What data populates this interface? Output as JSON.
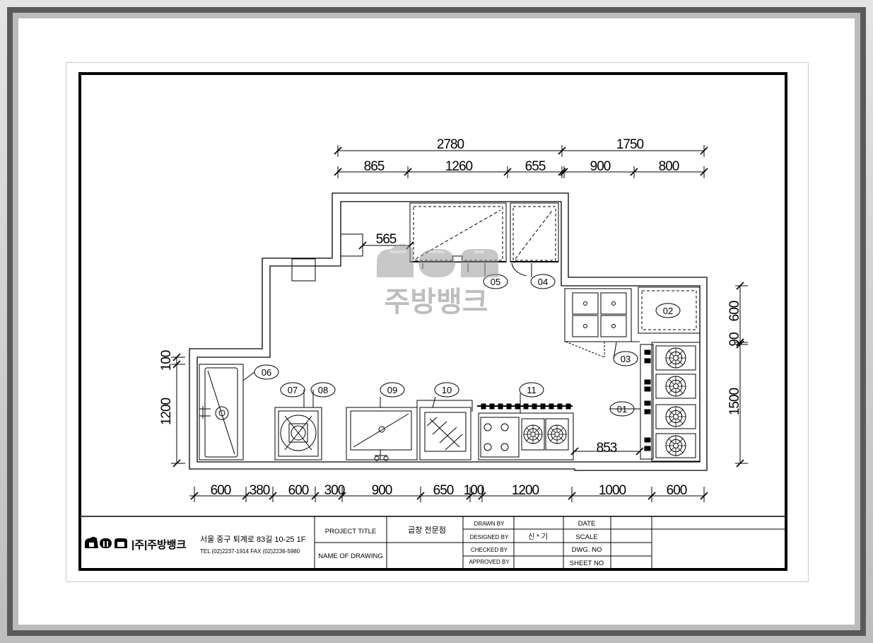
{
  "dimensions": {
    "top_total": [
      "2780",
      "1750"
    ],
    "top_parts": [
      "865",
      "1260",
      "655",
      "900",
      "800"
    ],
    "left": [
      "100",
      "1200"
    ],
    "right": [
      "600",
      "90",
      "1500"
    ],
    "bottom": [
      "600",
      "380",
      "600",
      "300",
      "900",
      "650",
      "100",
      "1200",
      "1000",
      "600"
    ],
    "inner": [
      "565",
      "853"
    ]
  },
  "equipment_tags": [
    "01",
    "02",
    "03",
    "04",
    "05",
    "06",
    "07",
    "08",
    "09",
    "10",
    "11"
  ],
  "watermark": {
    "brand_text": "주방뱅크",
    "logo_words": [
      "DAEWON",
      "JURANG",
      "BANK"
    ]
  },
  "title_block": {
    "company": "|주|주방뱅크",
    "address": "서울 중구 퇴계로 83길 10-25 1F",
    "tel_fax": "TEL (02)2237-1914 FAX (02)2236-5980",
    "project_title_label": "PROJECT TITLE",
    "project_title_value": "곱창 전문점",
    "name_of_drawing_label": "NAME OF DRAWING",
    "drawn_by_label": "DRAWN BY",
    "designed_by_label": "DESIGNED BY",
    "designed_by_value": "신 * 기",
    "checked_by_label": "CHECKED BY",
    "approved_by_label": "APPROVED BY",
    "date_label": "DATE",
    "scale_label": "SCALE",
    "dwg_no_label": "DWG. NO",
    "sheet_no_label": "SHEET NO"
  }
}
